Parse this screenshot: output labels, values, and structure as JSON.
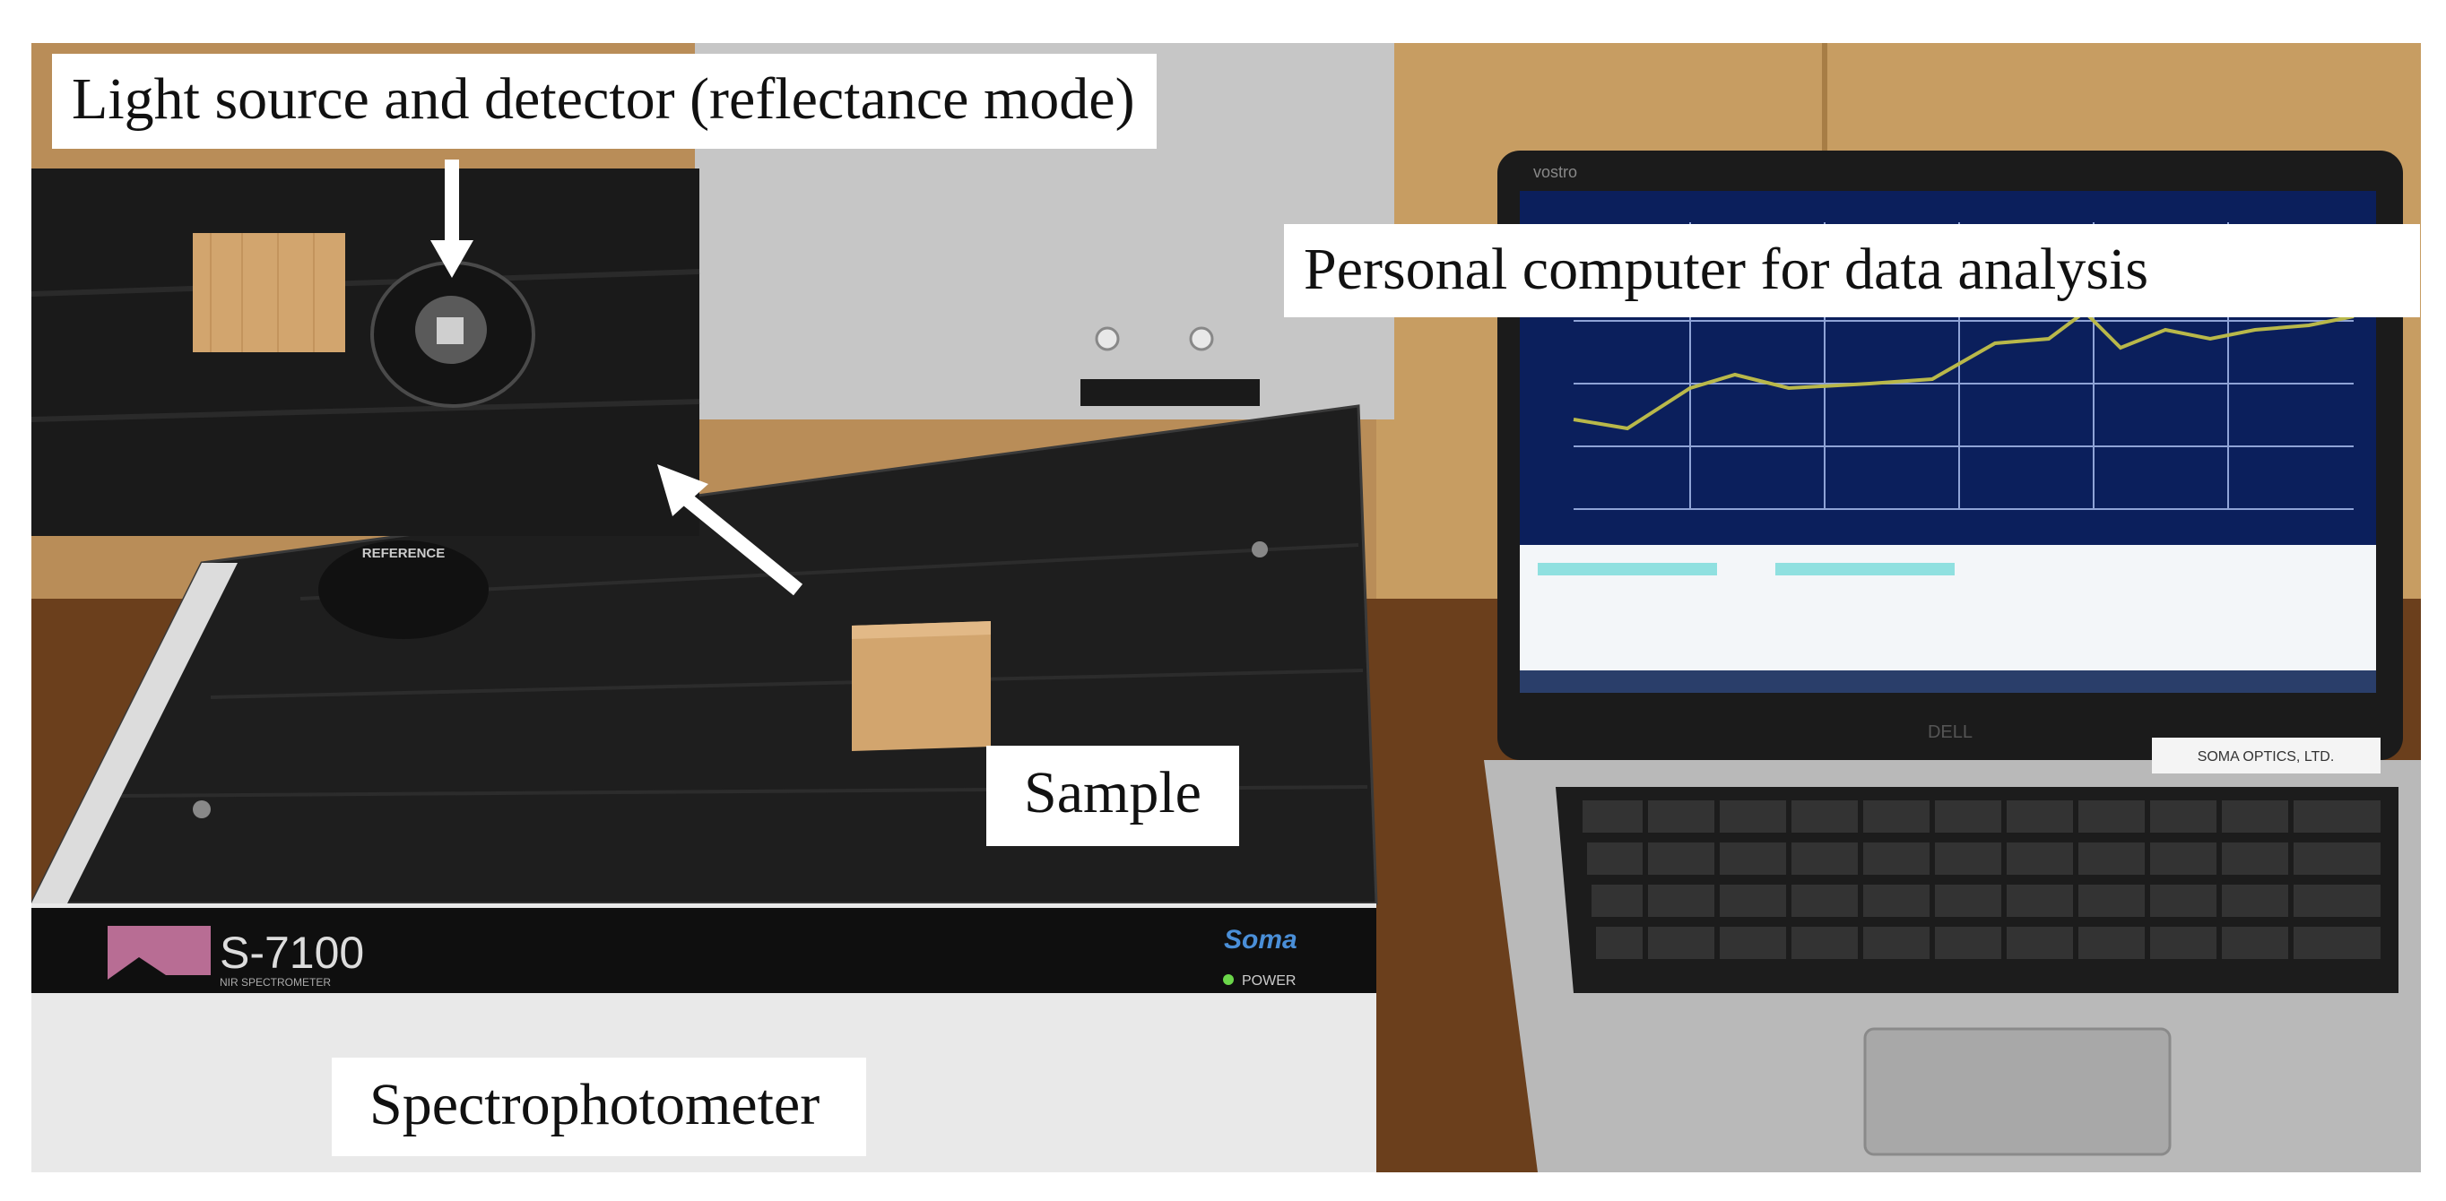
{
  "annotations": {
    "light_source": "Light source and detector (reflectance mode)",
    "computer": "Personal computer for data analysis",
    "sample": "Sample",
    "spectrophotometer": "Spectrophotometer"
  },
  "device": {
    "model": "S-7100",
    "model_subtitle": "NIR SPECTROMETER",
    "brand": "Soma",
    "power_label": "POWER",
    "reference_label": "REFERENCE"
  },
  "laptop": {
    "brand": "vostro",
    "logo": "DELL",
    "sticker_text": "SOMA OPTICS, LTD."
  },
  "colors": {
    "label_background": "#ffffff",
    "arrow": "#ffffff",
    "wood_block": "#d2a56e",
    "plot_line": "#b9b84a",
    "power_led": "#6bd64a"
  }
}
